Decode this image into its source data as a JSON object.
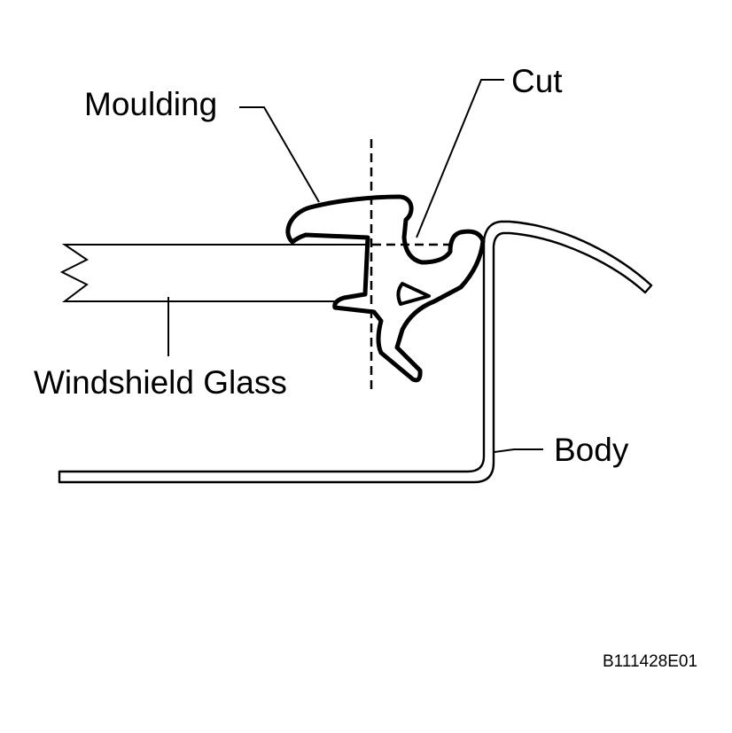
{
  "labels": {
    "moulding": "Moulding",
    "cut": "Cut",
    "windshield_glass": "Windshield Glass",
    "body": "Body",
    "figure_code": "B111428E01"
  }
}
